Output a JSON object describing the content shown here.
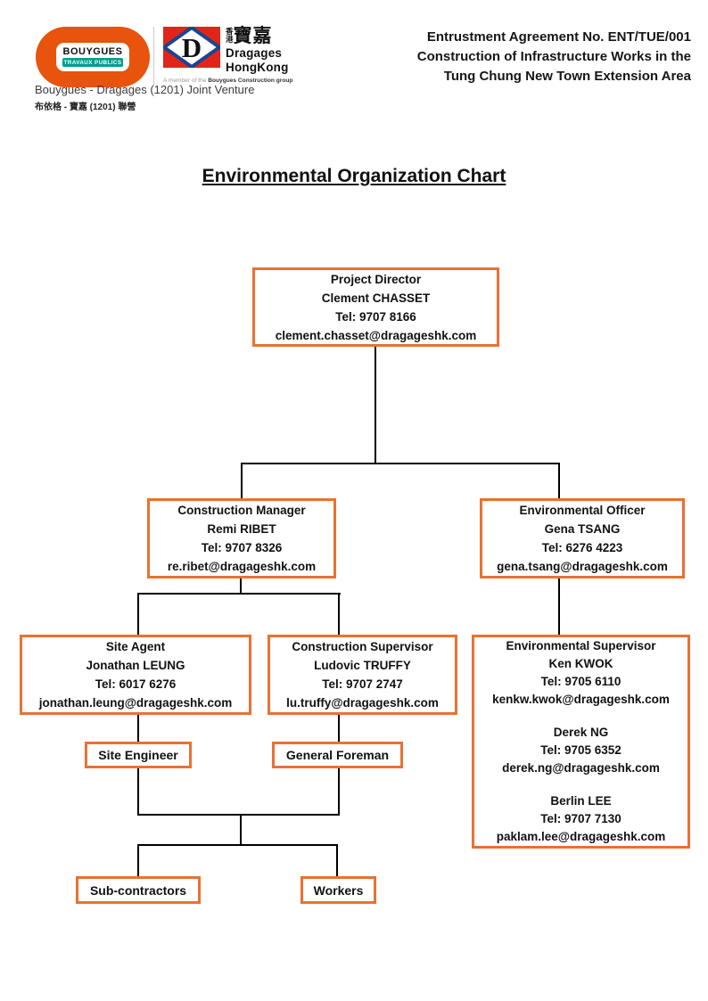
{
  "header": {
    "agreement_lines": [
      "Entrustment Agreement No. ENT/TUE/001",
      "Construction of Infrastructure Works in the",
      "Tung Chung New Town Extension Area"
    ],
    "joint_venture_en": "Bouygues - Dragages (1201) Joint Venture",
    "joint_venture_cn": "布依格 - 寶嘉 (1201) 聯營",
    "bouygues_logo": {
      "name": "BOUYGUES",
      "subtitle": "TRAVAUX PUBLICS"
    },
    "dragages_logo": {
      "letter": "D",
      "cn_top": "香",
      "cn_bottom": "港",
      "cn_large": "寶嘉",
      "name_line1": "Dragages",
      "name_line2": "HongKong",
      "member_prefix": "A member of the ",
      "member_bold": "Bouygues Construction group"
    }
  },
  "title": "Environmental Organization Chart",
  "org_chart": {
    "project_director": {
      "role": "Project Director",
      "person": "Clement CHASSET",
      "tel": "Tel: 9707 8166",
      "email": "clement.chasset@dragageshk.com"
    },
    "construction_manager": {
      "role": "Construction Manager",
      "person": "Remi RIBET",
      "tel": "Tel: 9707 8326",
      "email": "re.ribet@dragageshk.com"
    },
    "environmental_officer": {
      "role": "Environmental Officer",
      "person": "Gena TSANG",
      "tel": "Tel: 6276 4223",
      "email": "gena.tsang@dragageshk.com"
    },
    "site_agent": {
      "role": "Site Agent",
      "person": "Jonathan LEUNG",
      "tel": "Tel: 6017 6276",
      "email": "jonathan.leung@dragageshk.com"
    },
    "construction_supervisor": {
      "role": "Construction Supervisor",
      "person": "Ludovic TRUFFY",
      "tel": "Tel: 9707 2747",
      "email": "lu.truffy@dragageshk.com"
    },
    "environmental_supervisor": {
      "role": "Environmental Supervisor",
      "people": [
        {
          "name": "Ken KWOK",
          "tel": "Tel: 9705 6110",
          "email": "kenkw.kwok@dragageshk.com"
        },
        {
          "name": "Derek NG",
          "tel": "Tel: 9705 6352",
          "email": "derek.ng@dragageshk.com"
        },
        {
          "name": "Berlin LEE",
          "tel": "Tel: 9707 7130",
          "email": "paklam.lee@dragageshk.com"
        }
      ]
    },
    "site_engineer": {
      "role": "Site Engineer"
    },
    "general_foreman": {
      "role": "General Foreman"
    },
    "sub_contractors": {
      "role": "Sub-contractors"
    },
    "workers": {
      "role": "Workers"
    }
  },
  "colors": {
    "box_border_orange": "#E97132",
    "connector_black": "#000000",
    "bouygues_orange": "#E8530E",
    "travaux_publics_teal": "#009E8E",
    "dragages_red": "#E1251B",
    "dragages_blue": "#1B458F",
    "text": "#111111"
  }
}
